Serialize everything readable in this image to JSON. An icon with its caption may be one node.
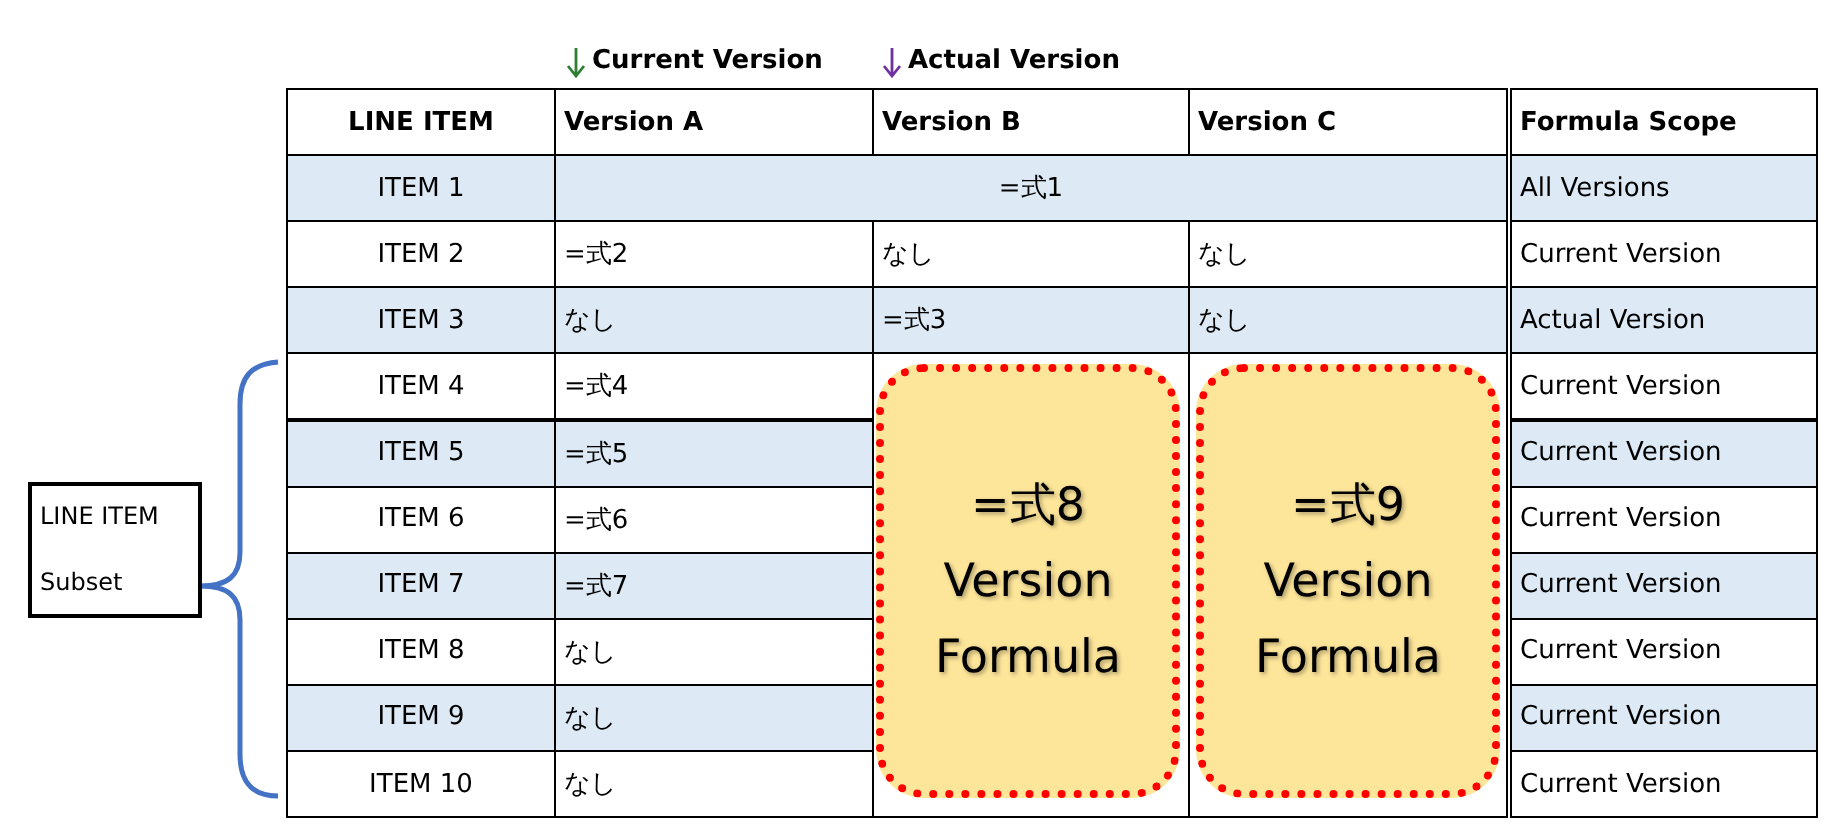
{
  "diagram": {
    "nodes": [
      {
        "text": [
          "LINE ITEM Subset"
        ]
      },
      {
        "text": [
          "=式8 Version Formula"
        ]
      },
      {
        "text": [
          "=式9 Version Formula"
        ]
      }
    ],
    "labels": [
      "Current Version",
      "Actual Version",
      "LINE ITEM",
      "Version A",
      "Version B",
      "Version C",
      "Formula Scope",
      "ITEM 1",
      "=式1",
      "All Versions",
      "ITEM 2",
      "=式2",
      "なし",
      "なし",
      "Current Version",
      "ITEM 3",
      "なし",
      "=式3",
      "なし",
      "Actual Version",
      "ITEM 4",
      "=式4",
      "Current Version",
      "ITEM 5",
      "=式5",
      "Current Version",
      "ITEM 6",
      "=式6",
      "Current Version",
      "ITEM 7",
      "=式7",
      "Current Version",
      "ITEM 8",
      "なし",
      "Current Version",
      "ITEM 9",
      "なし",
      "Current Version",
      "ITEM 10",
      "なし",
      "Current Version"
    ]
  }
}
